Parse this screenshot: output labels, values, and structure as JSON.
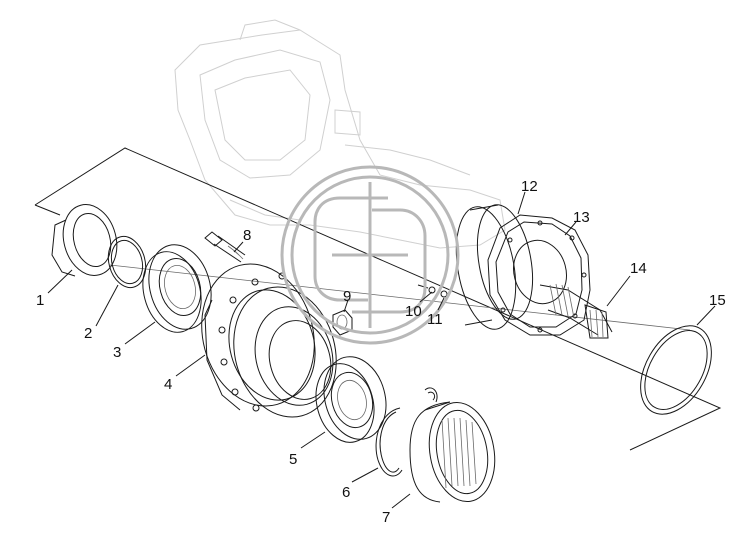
{
  "diagram": {
    "type": "exploded-parts-view",
    "watermark": "logo",
    "callouts": [
      "1",
      "2",
      "3",
      "4",
      "5",
      "6",
      "7",
      "8",
      "9",
      "10",
      "11",
      "12",
      "13",
      "14",
      "15"
    ]
  }
}
